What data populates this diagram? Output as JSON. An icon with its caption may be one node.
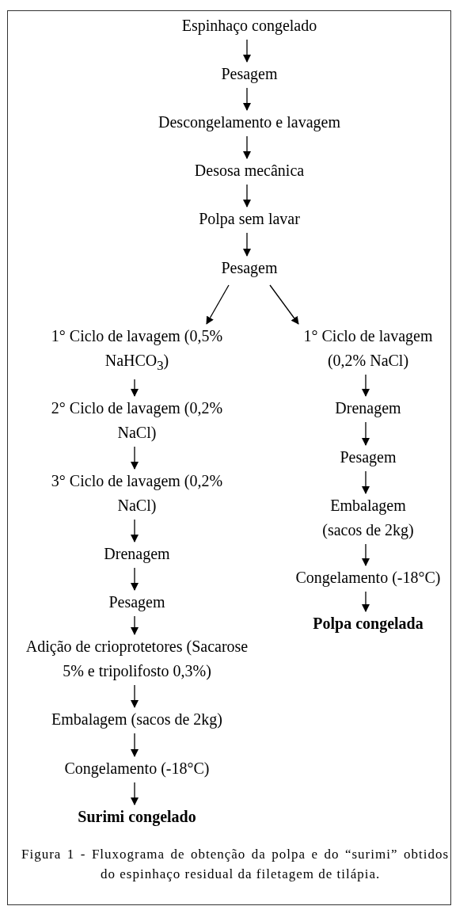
{
  "diagram": {
    "caption": "Figura 1 - Fluxograma de obtenção da polpa e do “surimi” obtidos do espinhaço residual da filetagem de tilápia.",
    "nodes": [
      {
        "text": [
          "Espinhaço congelado"
        ]
      },
      {
        "text": [
          "Pesagem"
        ]
      },
      {
        "text": [
          "Descongelamento e lavagem"
        ]
      },
      {
        "text": [
          "Desosa mecânica"
        ]
      },
      {
        "text": [
          "Polpa sem lavar"
        ]
      },
      {
        "text": [
          "Pesagem"
        ]
      },
      {
        "text": [
          "1° Ciclo de lavagem (0,5% NaHCO$_{3}$)"
        ]
      },
      {
        "text": [
          "2° Ciclo de lavagem (0,2% NaCl)"
        ]
      },
      {
        "text": [
          "3° Ciclo de lavagem (0,2% NaCl)"
        ]
      },
      {
        "text": [
          "Drenagem"
        ]
      },
      {
        "text": [
          "Pesagem"
        ]
      },
      {
        "text": [
          "Adição de crioprotetores (Sacarose 5% e tripolifosto 0,3%)"
        ]
      },
      {
        "text": [
          "Embalagem (sacos de 2kg)"
        ]
      },
      {
        "text": [
          "Congelamento (-18°C)"
        ]
      },
      {
        "text": [
          "Surimi congelado"
        ]
      },
      {
        "text": [
          "1° Ciclo de lavagem (0,2% NaCl)"
        ]
      },
      {
        "text": [
          "Drenagem"
        ]
      },
      {
        "text": [
          "Pesagem"
        ]
      },
      {
        "text": [
          "Embalagem (sacos de 2kg)"
        ]
      },
      {
        "text": [
          "Congelamento (-18°C)"
        ]
      },
      {
        "text": [
          "Polpa congelada"
        ]
      }
    ],
    "edges": [
      {
        "from": 0,
        "to": 1,
        "arrow": "to"
      },
      {
        "from": 1,
        "to": 2,
        "arrow": "to"
      },
      {
        "from": 2,
        "to": 3,
        "arrow": "to"
      },
      {
        "from": 3,
        "to": 4,
        "arrow": "to"
      },
      {
        "from": 4,
        "to": 5,
        "arrow": "to"
      },
      {
        "from": 5,
        "to": 6,
        "arrow": "to"
      },
      {
        "from": 5,
        "to": 15,
        "arrow": "to"
      },
      {
        "from": 6,
        "to": 7,
        "arrow": "to"
      },
      {
        "from": 7,
        "to": 8,
        "arrow": "to"
      },
      {
        "from": 8,
        "to": 9,
        "arrow": "to"
      },
      {
        "from": 9,
        "to": 10,
        "arrow": "to"
      },
      {
        "from": 10,
        "to": 11,
        "arrow": "to"
      },
      {
        "from": 11,
        "to": 12,
        "arrow": "to"
      },
      {
        "from": 12,
        "to": 13,
        "arrow": "to"
      },
      {
        "from": 13,
        "to": 14,
        "arrow": "to"
      },
      {
        "from": 15,
        "to": 16,
        "arrow": "to"
      },
      {
        "from": 16,
        "to": 17,
        "arrow": "to"
      },
      {
        "from": 17,
        "to": 18,
        "arrow": "to"
      },
      {
        "from": 18,
        "to": 19,
        "arrow": "to"
      },
      {
        "from": 19,
        "to": 20,
        "arrow": "to"
      }
    ]
  }
}
